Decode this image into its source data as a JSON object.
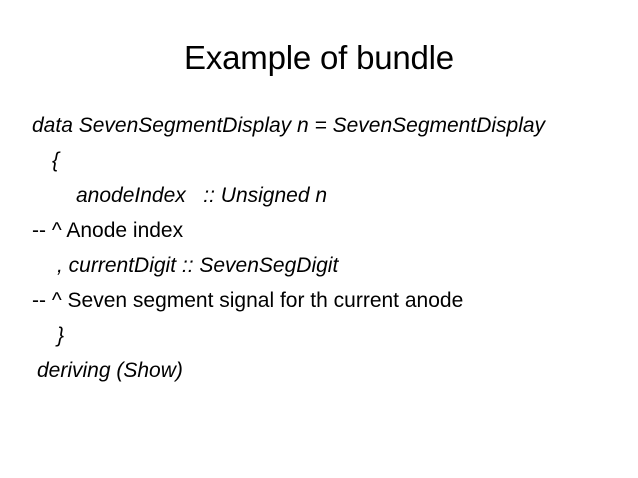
{
  "slide": {
    "background_color": "#ffffff",
    "text_color": "#000000",
    "title": "Example of bundle",
    "body_lines": [
      {
        "text": "data SevenSegmentDisplay n = SevenSegmentDisplay",
        "style": "italic",
        "indent": 0
      },
      {
        "text": "{",
        "style": "italic",
        "indent": 2
      },
      {
        "text": "anodeIndex   :: Unsigned n",
        "style": "italic",
        "indent": 4
      },
      {
        "text": "-- ^ Anode index",
        "style": "upright",
        "indent": 0
      },
      {
        "text": ", currentDigit :: SevenSegDigit",
        "style": "italic",
        "indent": 3
      },
      {
        "text": "-- ^ Seven segment signal for th current anode",
        "style": "upright",
        "indent": 0
      },
      {
        "text": "}",
        "style": "italic",
        "indent": 3
      },
      {
        "text": "deriving (Show)",
        "style": "italic",
        "indent": 1
      }
    ]
  }
}
